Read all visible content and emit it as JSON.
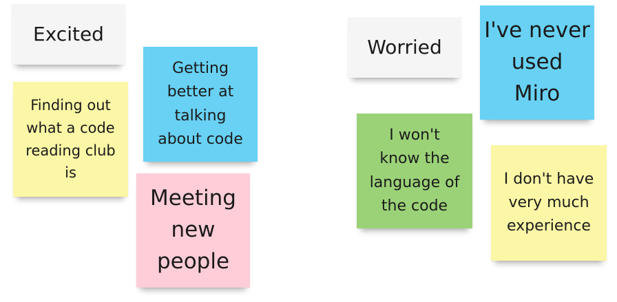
{
  "board": {
    "notes": [
      {
        "id": "excited",
        "text": "Excited",
        "color": "#f5f5f5"
      },
      {
        "id": "finding",
        "text": "Finding out\nwhat a code\nreading club\nis",
        "color": "#fbf7a6"
      },
      {
        "id": "getting",
        "text": "Getting\nbetter at\ntalking\nabout code",
        "color": "#68d1f4"
      },
      {
        "id": "meeting",
        "text": "Meeting\nnew\npeople",
        "color": "#fecdd8"
      },
      {
        "id": "worried",
        "text": "Worried",
        "color": "#f5f5f5"
      },
      {
        "id": "never",
        "text": "I've never\nused\nMiro",
        "color": "#68d1f4"
      },
      {
        "id": "language",
        "text": "I won't\nknow the\nlanguage of\nthe code",
        "color": "#9bd277"
      },
      {
        "id": "experience",
        "text": "I don't have\nvery much\nexperience",
        "color": "#fbf7a6"
      }
    ]
  }
}
